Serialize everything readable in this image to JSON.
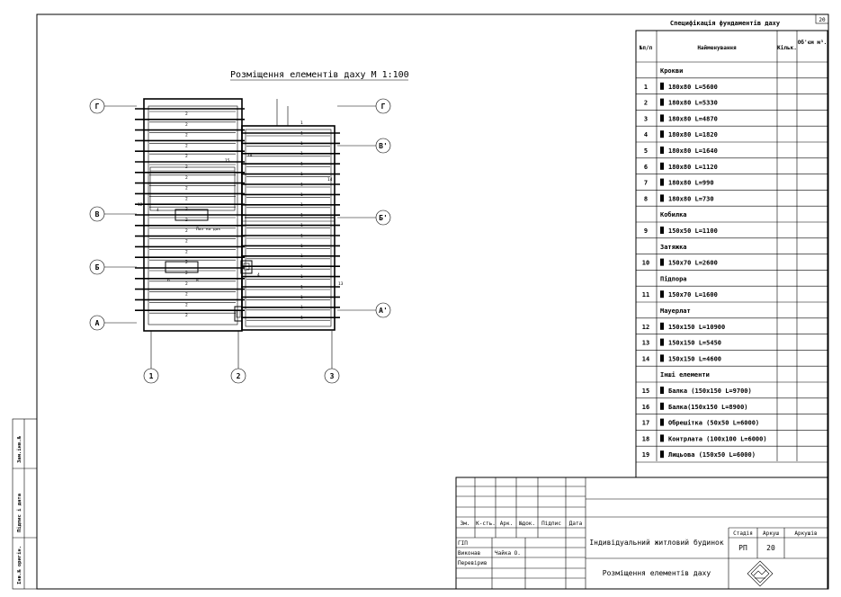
{
  "sheet_number": "20",
  "plan": {
    "title": "Розміщення елементів даху   М 1:100",
    "axis_letters": [
      "Г",
      "В'",
      "В",
      "Б'",
      "Б",
      "А'",
      "А"
    ],
    "axis_numbers": [
      "1",
      "2",
      "3"
    ],
    "annotations": [
      "1",
      "2",
      "4",
      "6",
      "8",
      "12",
      "13",
      "14",
      "15",
      "Лаз на дах"
    ]
  },
  "spec": {
    "title": "Специфікація фундаментів даху",
    "headers": {
      "num": "№п/п",
      "name": "Найменування",
      "qty": "Кільк.",
      "vol": "Об'єм м³."
    },
    "groups": [
      {
        "label": "Крокви",
        "rows": [
          {
            "n": "1",
            "name": "180х80 L=5600"
          },
          {
            "n": "2",
            "name": "180х80 L=5330"
          },
          {
            "n": "3",
            "name": "180х80 L=4870"
          },
          {
            "n": "4",
            "name": "180х80 L=1820"
          },
          {
            "n": "5",
            "name": "180х80 L=1640"
          },
          {
            "n": "6",
            "name": "180х80 L=1120"
          },
          {
            "n": "7",
            "name": "180х80 L=990"
          },
          {
            "n": "8",
            "name": "180х80 L=730"
          }
        ]
      },
      {
        "label": "Кобилка",
        "rows": [
          {
            "n": "9",
            "name": "150х50 L=1100"
          }
        ]
      },
      {
        "label": "Затяжка",
        "rows": [
          {
            "n": "10",
            "name": "150х70 L=2600"
          }
        ]
      },
      {
        "label": "Підпора",
        "rows": [
          {
            "n": "11",
            "name": "150х70 L=1600"
          }
        ]
      },
      {
        "label": "Мауерлат",
        "rows": [
          {
            "n": "12",
            "name": "150х150 L=10900"
          },
          {
            "n": "13",
            "name": "150х150 L=5450"
          },
          {
            "n": "14",
            "name": "150х150 L=4600"
          }
        ]
      },
      {
        "label": "Інші елементи",
        "rows": [
          {
            "n": "15",
            "name": "Балка (150х150 L=9700)"
          },
          {
            "n": "16",
            "name": "Балка(150х150 L=8900)"
          },
          {
            "n": "17",
            "name": "Обрешітка (50х50 L=6000)"
          },
          {
            "n": "18",
            "name": "Контрлата (100х100 L=6000)"
          },
          {
            "n": "19",
            "name": "Лицьова (150х50 L=6000)"
          }
        ]
      }
    ]
  },
  "title_block": {
    "col_headers": [
      "Зм.",
      "К-сть.",
      "Арк.",
      "№док.",
      "Підпис",
      "Дата"
    ],
    "roles": [
      "ГІП",
      "Виконав",
      "Перевірив"
    ],
    "executor_name": "Чайка О.",
    "project": "Індивідуальний житловий будинок",
    "drawing": "Розміщення елементів даху",
    "stage_label": "Стадія",
    "sheet_label": "Аркуш",
    "sheets_label": "Аркушів",
    "stage": "РП",
    "sheet": "20"
  },
  "side_stamp": [
    "Інв.№ оригін.",
    "Підпис і дата",
    "Зам.інв.№"
  ]
}
